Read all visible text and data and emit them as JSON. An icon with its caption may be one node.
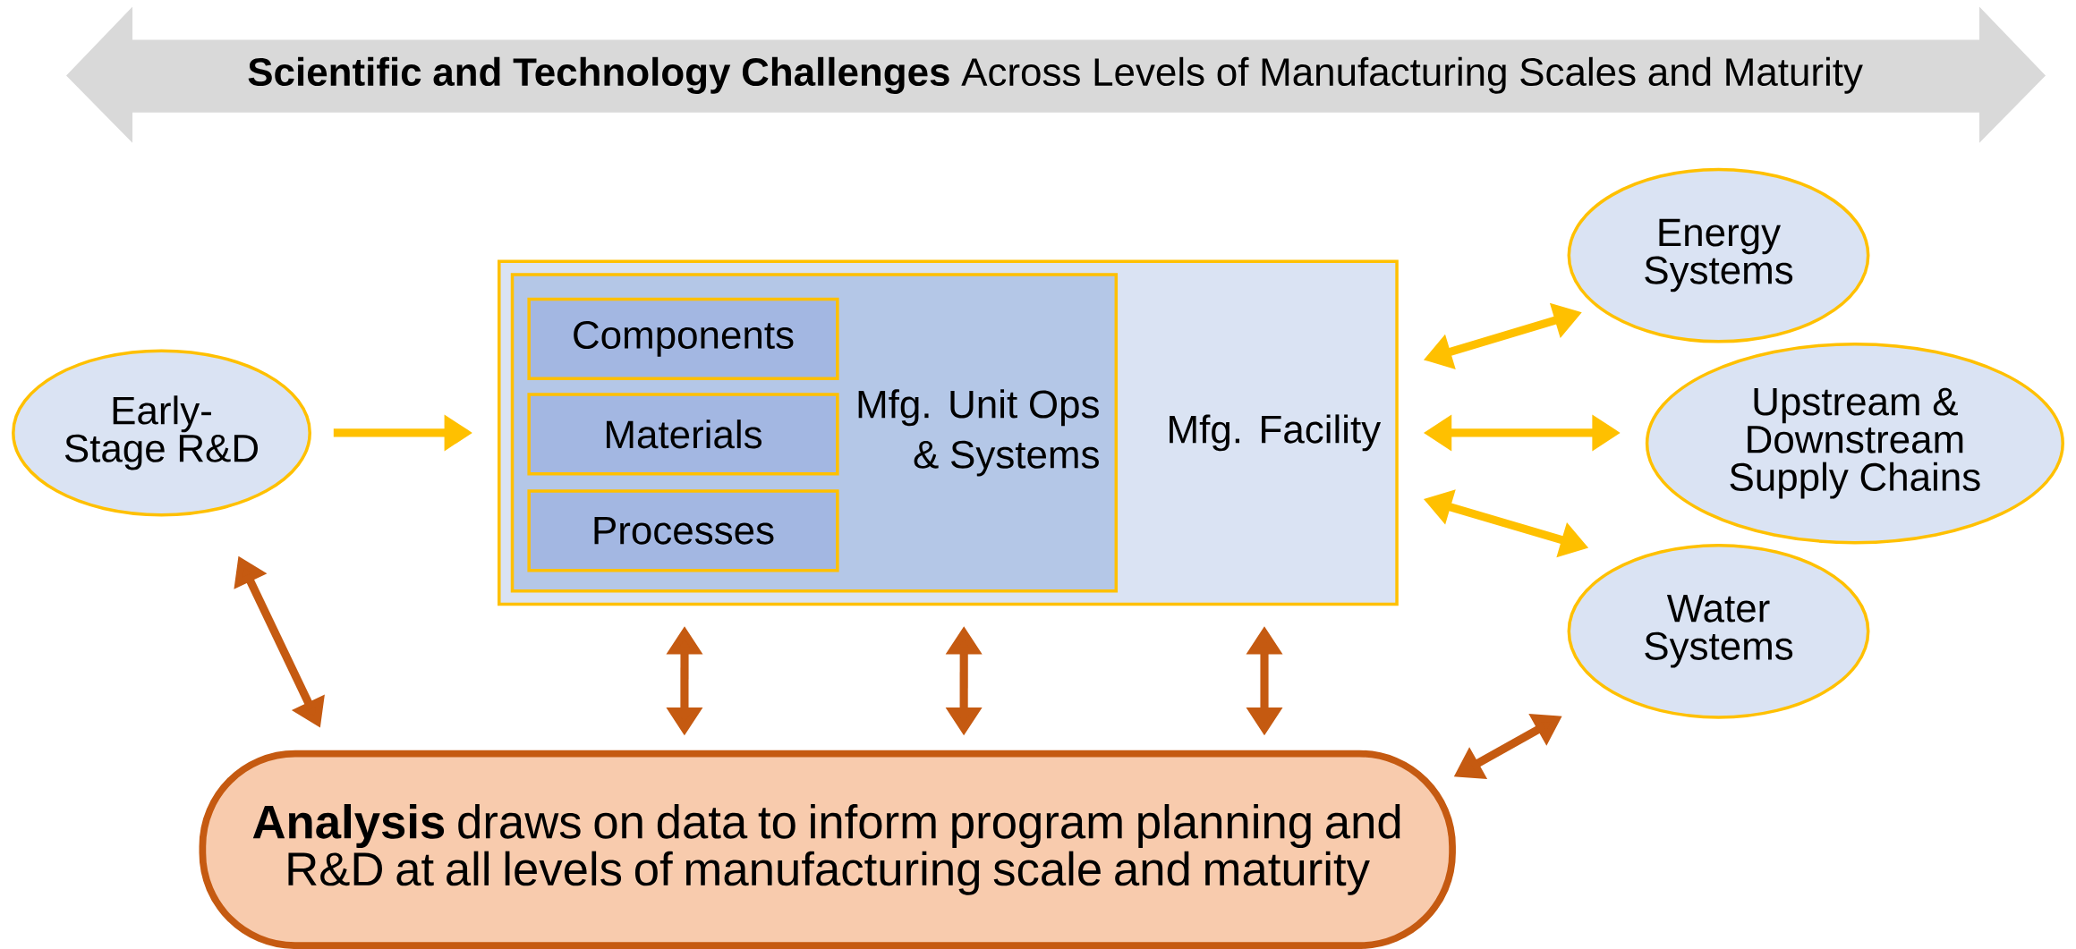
{
  "diagram": {
    "nodes": [
      {
        "text": [
          "**Scientific and Technology Challenges** Across Levels of Manufacturing Scales and Maturity"
        ]
      },
      {
        "text": [
          "Early-Stage R&D"
        ]
      },
      {
        "text": [
          "Mfg. Facility"
        ]
      },
      {
        "text": [
          "Mfg. Unit Ops & Systems"
        ],
        "in": 2
      },
      {
        "text": [
          "Components"
        ],
        "in": 3
      },
      {
        "text": [
          "Materials"
        ],
        "in": 3
      },
      {
        "text": [
          "Processes"
        ],
        "in": 3
      },
      {
        "text": [
          "Energy Systems"
        ]
      },
      {
        "text": [
          "Upstream & Downstream Supply Chains"
        ]
      },
      {
        "text": [
          "Water Systems"
        ]
      },
      {
        "text": [
          "**Analysis** draws on data to inform program planning and R&D at all levels of manufacturing scale and maturity"
        ]
      }
    ],
    "edges": [
      {
        "from": 1,
        "to": 2,
        "arrow": "to",
        "color": "#ffc000"
      },
      {
        "from": 2,
        "to": 7,
        "arrow": "both",
        "color": "#ffc000"
      },
      {
        "from": 2,
        "to": 8,
        "arrow": "both",
        "color": "#ffc000"
      },
      {
        "from": 2,
        "to": 9,
        "arrow": "both",
        "color": "#ffc000"
      },
      {
        "from": 1,
        "to": 10,
        "arrow": "both",
        "color": "#c55a11"
      },
      {
        "from": 2,
        "to": 10,
        "arrow": "both",
        "color": "#c55a11"
      },
      {
        "from": 2,
        "to": 10,
        "arrow": "both",
        "color": "#c55a11"
      },
      {
        "from": 2,
        "to": 10,
        "arrow": "both",
        "color": "#c55a11"
      },
      {
        "from": 10,
        "to": 9,
        "arrow": "both",
        "color": "#c55a11"
      }
    ]
  }
}
